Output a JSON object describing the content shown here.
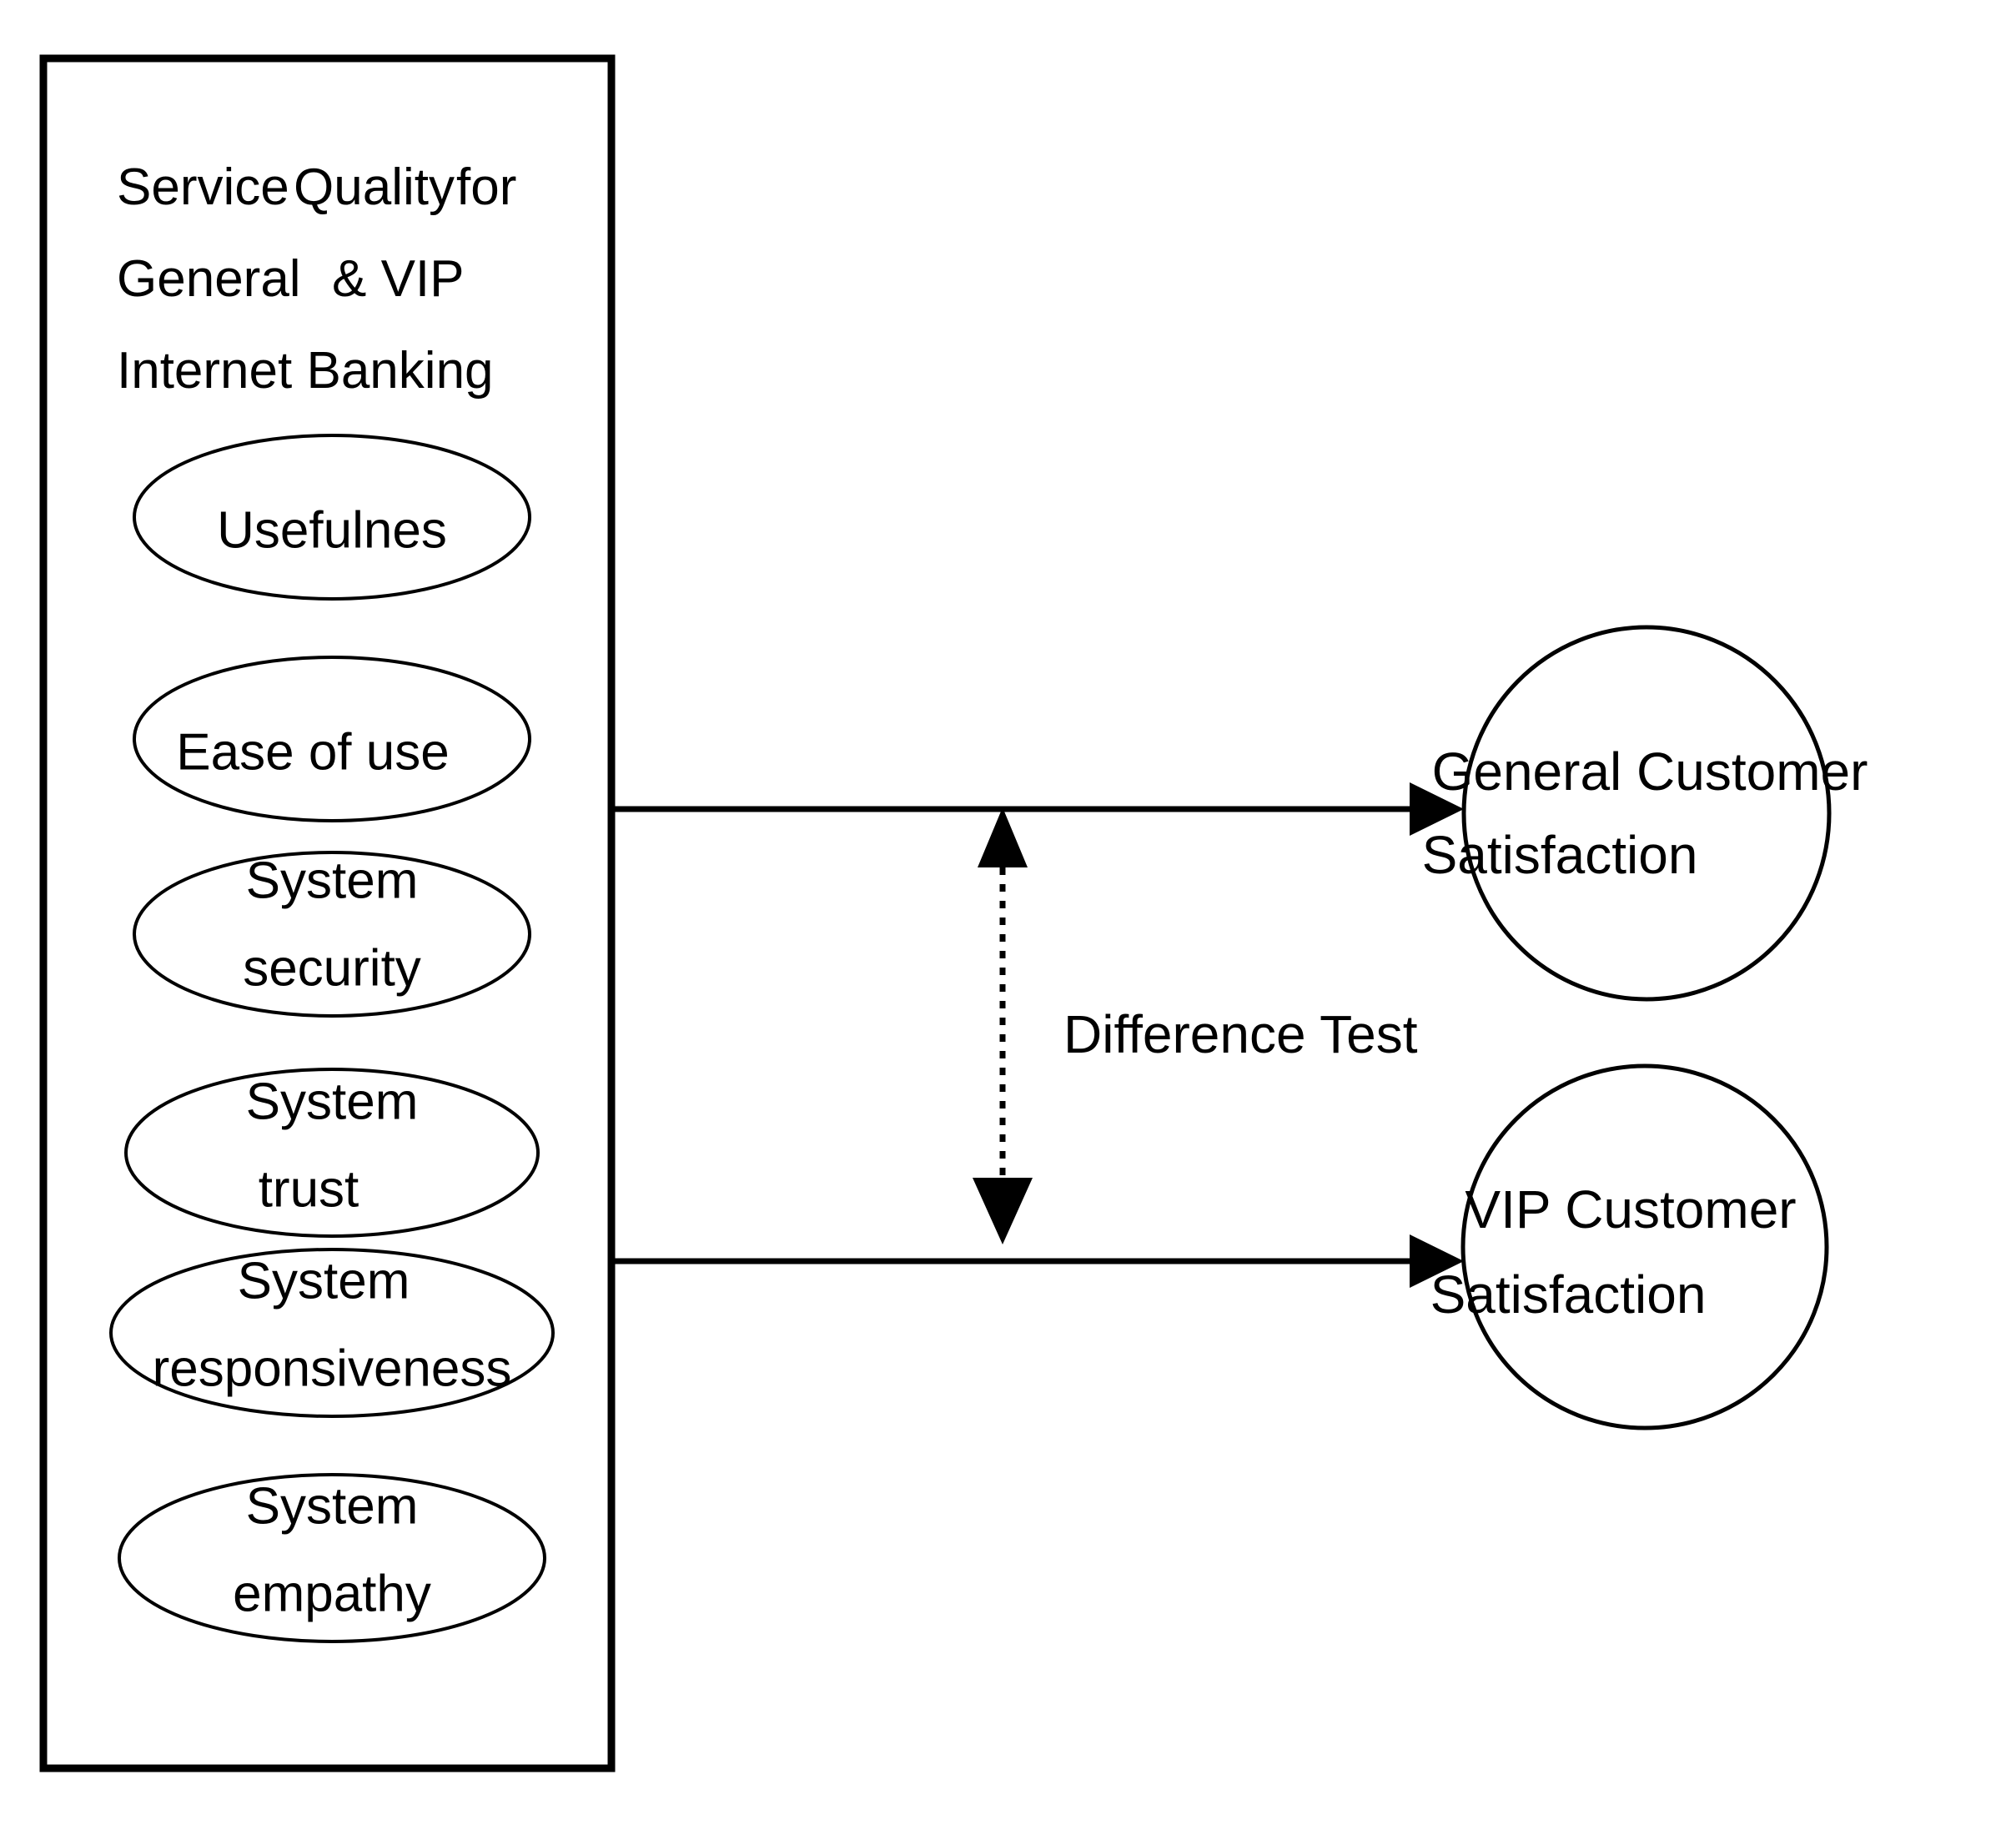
{
  "diagram": {
    "title_block": {
      "name": "service-quality-group",
      "lines": [
        {
          "words": [
            "Service",
            "Quality",
            "for"
          ]
        },
        {
          "words": [
            "General",
            "& VIP"
          ]
        },
        {
          "words": [
            "Internet Banking"
          ]
        }
      ],
      "full_text": "Service Quality for General & VIP Internet Banking"
    },
    "constructs": [
      {
        "id": "usefulness",
        "label_lines": [
          "Usefulnes"
        ]
      },
      {
        "id": "ease-of-use",
        "label_lines": [
          "Ease of use"
        ]
      },
      {
        "id": "system-security",
        "label_lines": [
          "System",
          "security"
        ]
      },
      {
        "id": "system-trust",
        "label_lines": [
          "System",
          "trust"
        ]
      },
      {
        "id": "system-responsiveness",
        "label_lines": [
          "System",
          "responsiveness"
        ]
      },
      {
        "id": "system-empathy",
        "label_lines": [
          "System",
          "empathy"
        ]
      }
    ],
    "outcomes": [
      {
        "id": "general-customer-satisfaction",
        "label_lines": [
          "General Customer",
          "Satisfaction"
        ]
      },
      {
        "id": "vip-customer-satisfaction",
        "label_lines": [
          "VIP Customer",
          "Satisfaction"
        ]
      }
    ],
    "edges": [
      {
        "id": "to-general",
        "label": "",
        "style": "solid",
        "arrow": "single"
      },
      {
        "id": "to-vip",
        "label": "",
        "style": "solid",
        "arrow": "single"
      },
      {
        "id": "difference-test",
        "label": "Difference Test",
        "style": "dashed",
        "arrow": "double"
      }
    ],
    "colors": {
      "stroke": "#000000",
      "fill": "#ffffff",
      "text": "#000000"
    }
  }
}
